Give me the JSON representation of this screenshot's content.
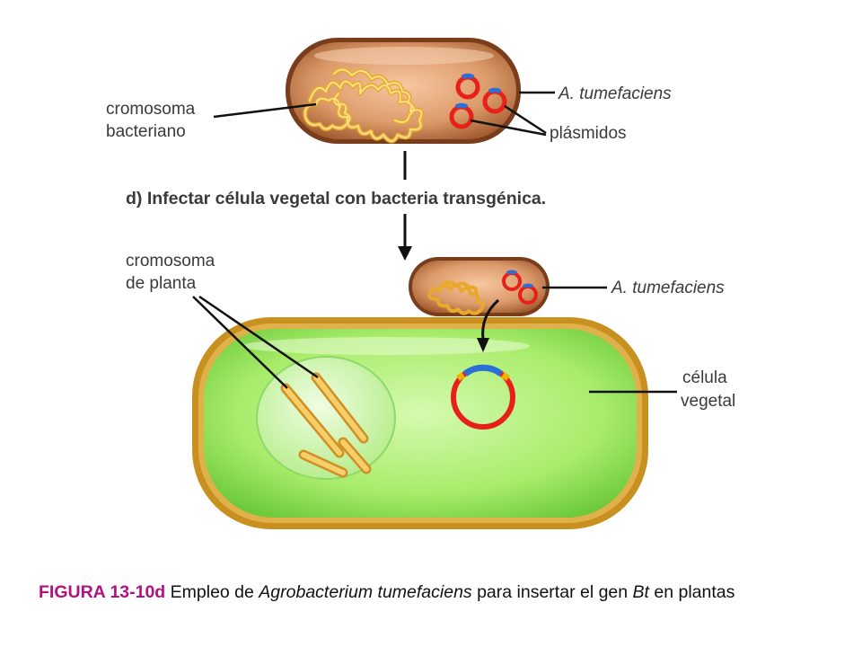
{
  "diagram": {
    "top_bacterium": {
      "label_chromosome_line1": "cromosoma",
      "label_chromosome_line2": "bacteriano",
      "label_species": "A. tumefaciens",
      "label_plasmids": "plásmidos"
    },
    "step_label": "d) Infectar célula vegetal con bacteria transgénica.",
    "plant_cell": {
      "label_chromosome_line1": "cromosoma",
      "label_chromosome_line2": "de planta",
      "label_species": "A. tumefaciens",
      "label_cell_line1": "célula",
      "label_cell_line2": "vegetal"
    }
  },
  "caption": {
    "figure_number": "FIGURA 13-10d",
    "text_part1": " Empleo de ",
    "organism": "Agrobacterium tumefaciens",
    "text_part2": " para insertar el gen ",
    "gene": "Bt",
    "text_part3": " en plantas"
  },
  "colors": {
    "bacterium_fill": "#d99a6c",
    "bacterium_outline": "#7a3d1c",
    "chromosome": "#f3c35a",
    "plasmid": "#e8201a",
    "plasmid_insert": "#2a6fd6",
    "cell_fill": "#a8ec6a",
    "cell_wall": "#c8901e",
    "nucleus": "#d6f7b8",
    "caption_accent": "#b0127e"
  }
}
